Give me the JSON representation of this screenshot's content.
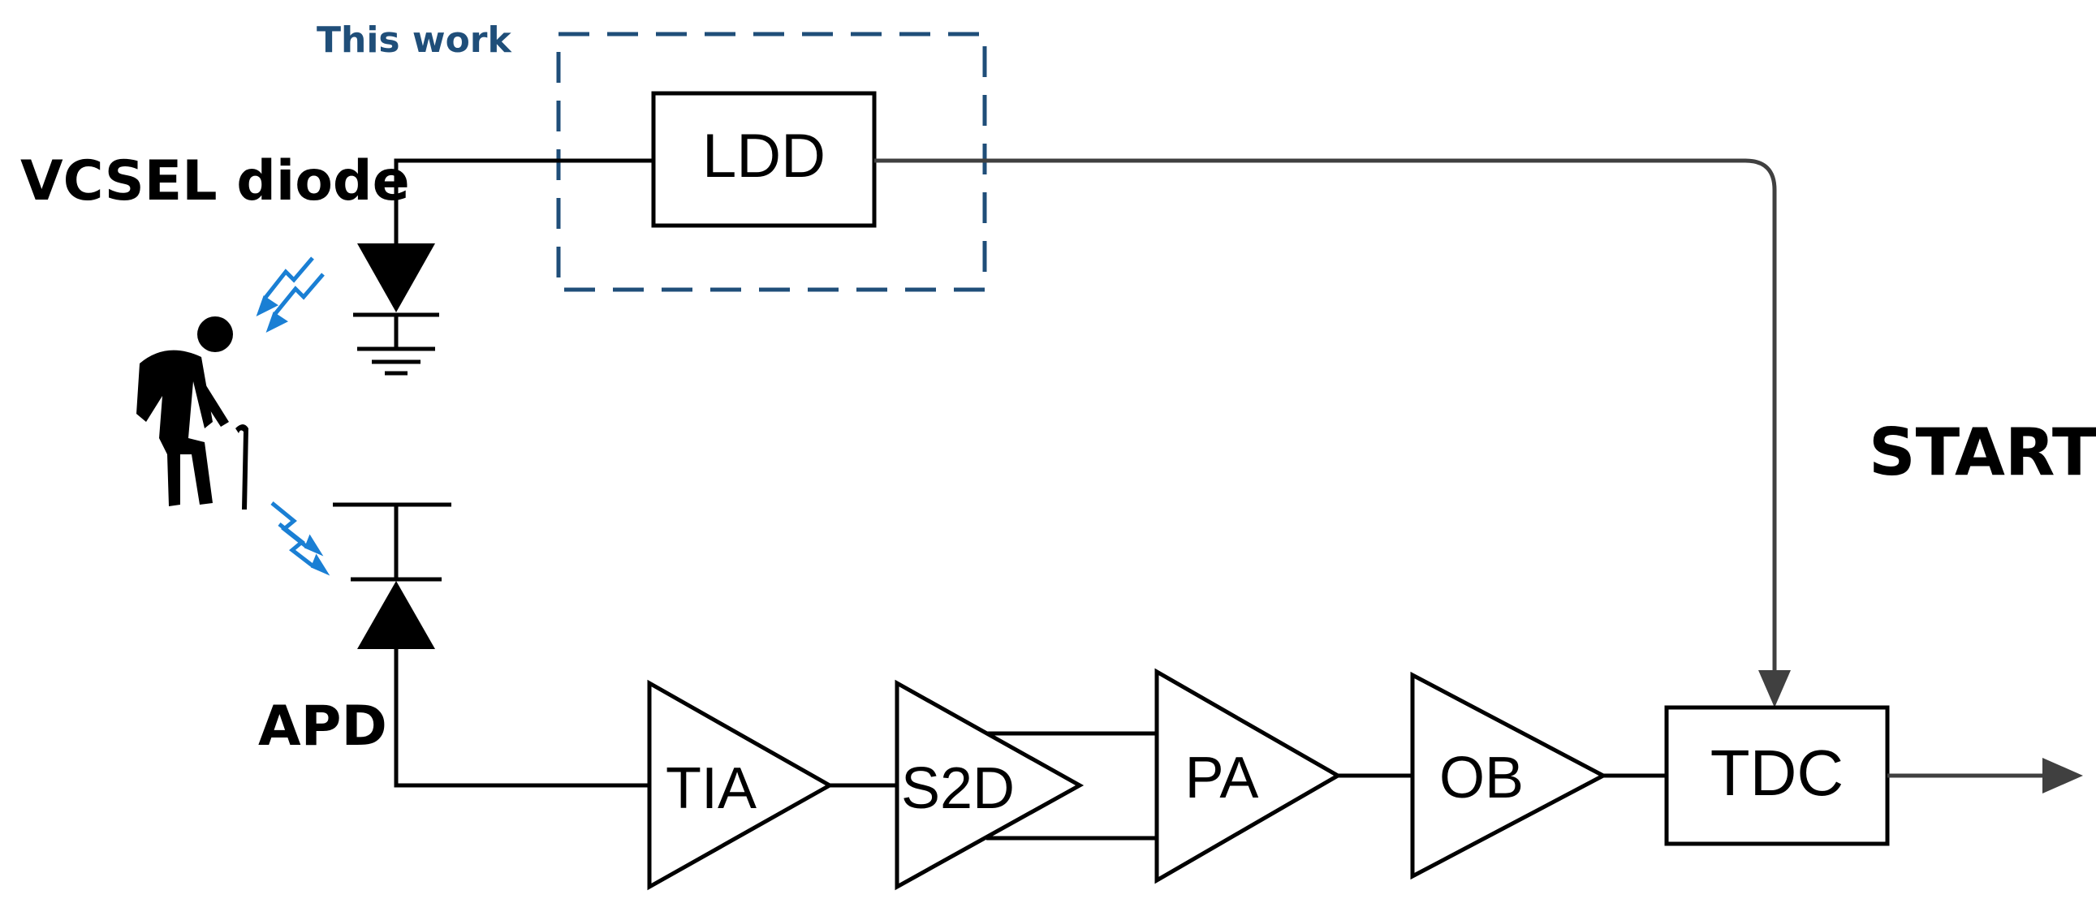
{
  "labels": {
    "this_work": "This work",
    "vcsel": "VCSEL diode",
    "apd": "APD",
    "start": "START"
  },
  "blocks": {
    "ldd": "LDD",
    "tia": "TIA",
    "s2d": "S2D",
    "pa": "PA",
    "ob": "OB",
    "tdc": "TDC"
  },
  "colors": {
    "wire": "#000000",
    "signal_wire": "#404040",
    "dashed_box": "#1f4e79",
    "light_rays": "#1a7fd4"
  },
  "icons": {
    "person": "elderly-person-with-cane-icon",
    "emitted_light": "light-rays-icon",
    "received_light": "light-rays-icon"
  }
}
